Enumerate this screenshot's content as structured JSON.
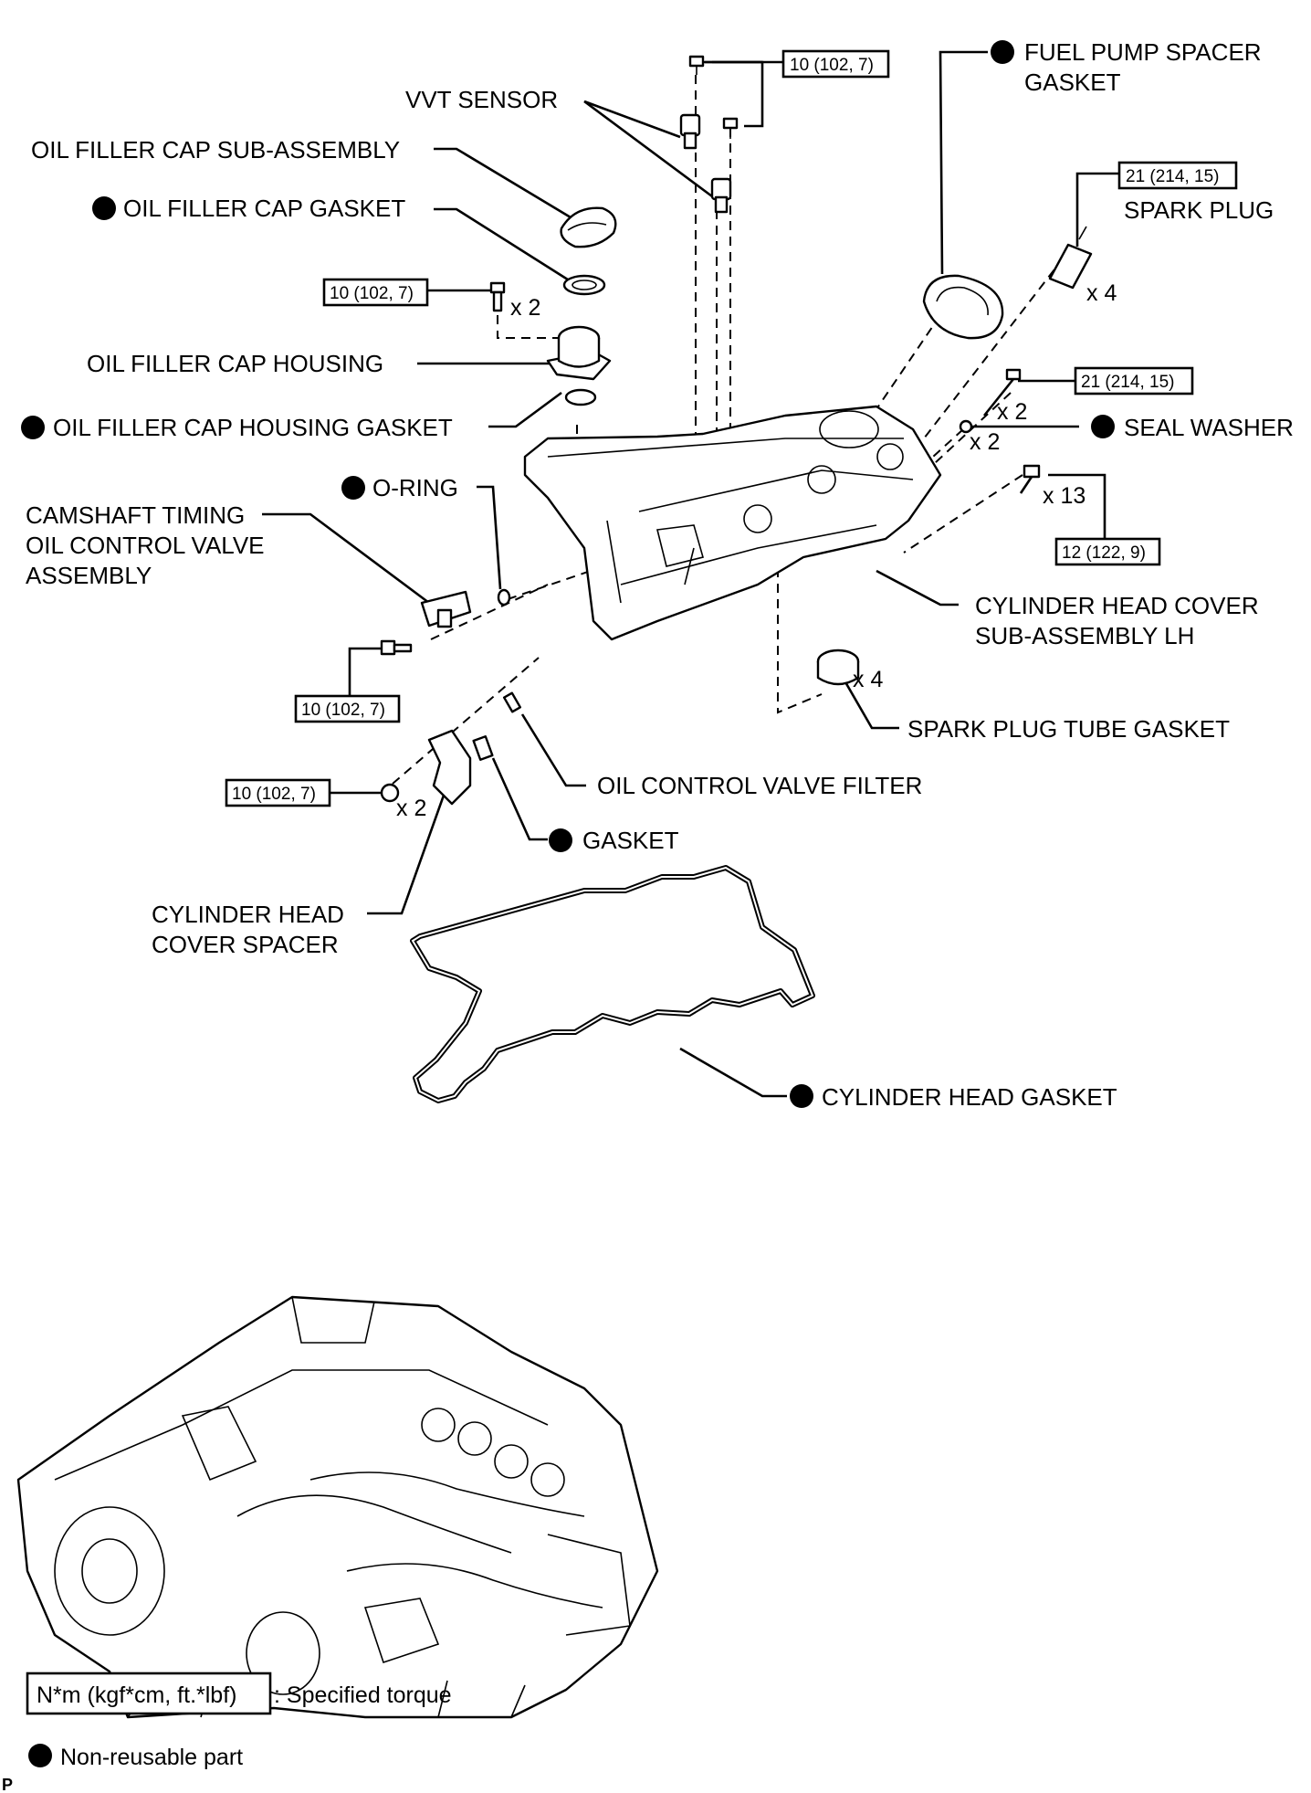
{
  "labels": {
    "vvt_sensor": "VVT SENSOR",
    "oil_filler_cap_sub_assembly": "OIL FILLER CAP SUB-ASSEMBLY",
    "oil_filler_cap_gasket": "OIL FILLER CAP GASKET",
    "oil_filler_cap_housing": "OIL FILLER CAP HOUSING",
    "oil_filler_cap_housing_gasket": "OIL FILLER CAP HOUSING GASKET",
    "o_ring": "O-RING",
    "camshaft_timing_1": "CAMSHAFT TIMING",
    "camshaft_timing_2": "OIL CONTROL VALVE",
    "camshaft_timing_3": "ASSEMBLY",
    "fuel_pump_spacer_gasket_1": "FUEL PUMP SPACER",
    "fuel_pump_spacer_gasket_2": "GASKET",
    "spark_plug": "SPARK PLUG",
    "seal_washer": "SEAL WASHER",
    "cylinder_head_cover_1": "CYLINDER HEAD COVER",
    "cylinder_head_cover_2": "SUB-ASSEMBLY LH",
    "spark_plug_tube_gasket": "SPARK PLUG TUBE GASKET",
    "oil_control_valve_filter": "OIL CONTROL VALVE FILTER",
    "gasket": "GASKET",
    "cylinder_head_cover_spacer_1": "CYLINDER HEAD",
    "cylinder_head_cover_spacer_2": "COVER SPACER",
    "cylinder_head_gasket": "CYLINDER HEAD GASKET"
  },
  "torques": {
    "vvt_bolts": "10 (102, 7)",
    "spark_plug": "21 (214, 15)",
    "oil_filler_housing": "10 (102, 7)",
    "stud_bolts": "21 (214, 15)",
    "cover_bolts": "12 (122, 9)",
    "ocv_bolt": "10 (102, 7)",
    "spacer_bolts": "10 (102, 7)"
  },
  "quantities": {
    "spark_plug": "x 4",
    "oil_filler_housing_bolt": "x 2",
    "stud_bolts": "x 2",
    "seal_washer": "x 2",
    "cover_bolts": "x 13",
    "tube_gasket": "x 4",
    "spacer_bolts": "x 2"
  },
  "legend": {
    "torque_box": "N*m (kgf*cm, ft.*lbf)",
    "torque_text": ": Specified torque",
    "nonreusable_text": "Non-reusable part"
  },
  "corner_mark": "P"
}
